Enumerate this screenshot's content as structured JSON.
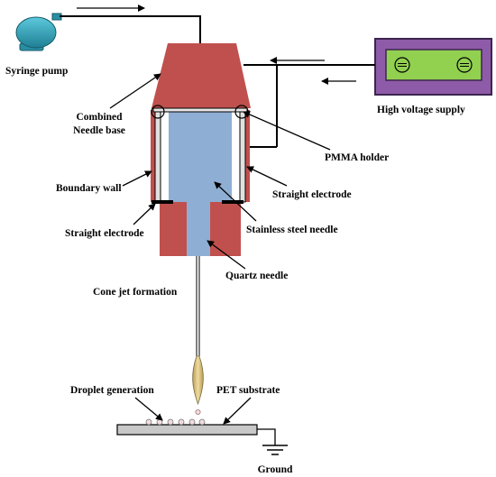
{
  "labels": {
    "syringe_pump": "Syringe pump",
    "high_voltage_supply": "High voltage supply",
    "combined_needle_base_line1": "Combined",
    "combined_needle_base_line2": "Needle base",
    "pmma_holder": "PMMA holder",
    "boundary_wall": "Boundary wall",
    "straight_electrode_right": "Straight electrode",
    "straight_electrode_left": "Straight electrode",
    "stainless_steel_needle": "Stainless steel needle",
    "quartz_needle": "Quartz needle",
    "cone_jet_formation": "Cone jet formation",
    "droplet_generation": "Droplet generation",
    "pet_substrate": "PET substrate",
    "ground": "Ground"
  },
  "colors": {
    "needle_base": "#c0504d",
    "steel_needle": "#8faed3",
    "syringe_pump": "#2e9fb6",
    "supply_fill": "#8e5ba8",
    "supply_panel": "#92d050",
    "jet": "#d8c080"
  }
}
